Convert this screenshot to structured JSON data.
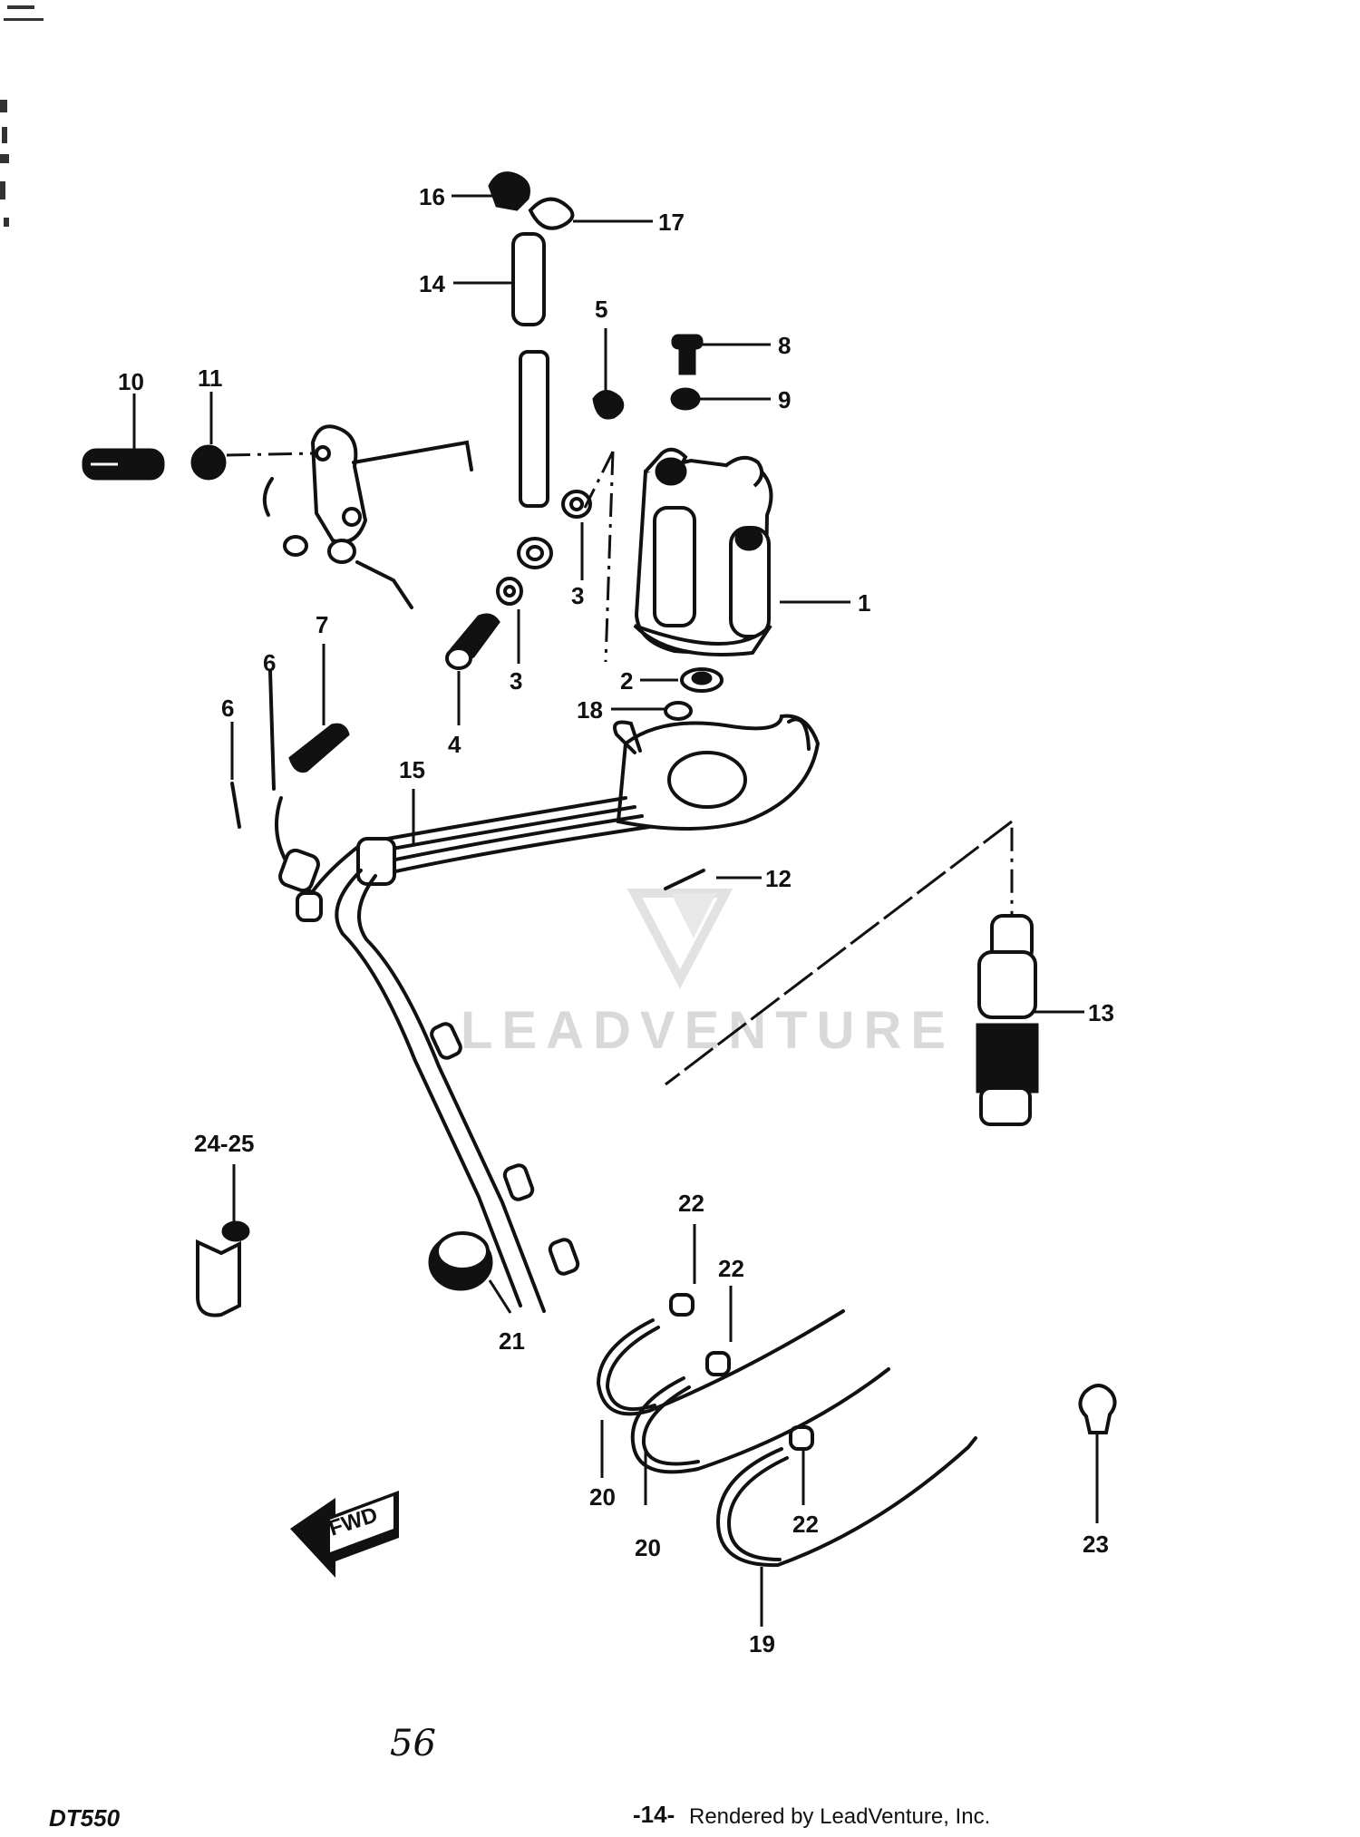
{
  "diagram": {
    "part_labels": {
      "p1": "1",
      "p2": "2",
      "p3a": "3",
      "p3b": "3",
      "p4": "4",
      "p5": "5",
      "p6a": "6",
      "p6b": "6",
      "p7": "7",
      "p8": "8",
      "p9": "9",
      "p10": "10",
      "p11": "11",
      "p12": "12",
      "p13": "13",
      "p14": "14",
      "p15": "15",
      "p16": "16",
      "p17": "17",
      "p18": "18",
      "p19": "19",
      "p20a": "20",
      "p20b": "20",
      "p21": "21",
      "p22a": "22",
      "p22b": "22",
      "p22c": "22",
      "p23": "23",
      "p2425": "24-25"
    },
    "direction_arrow_text": "FWD",
    "watermark_text": "LEADVENTURE"
  },
  "footer": {
    "model_code": "DT550",
    "page_number": "-14-",
    "credit": "Rendered by LeadVenture, Inc.",
    "handwritten_note": "56"
  }
}
